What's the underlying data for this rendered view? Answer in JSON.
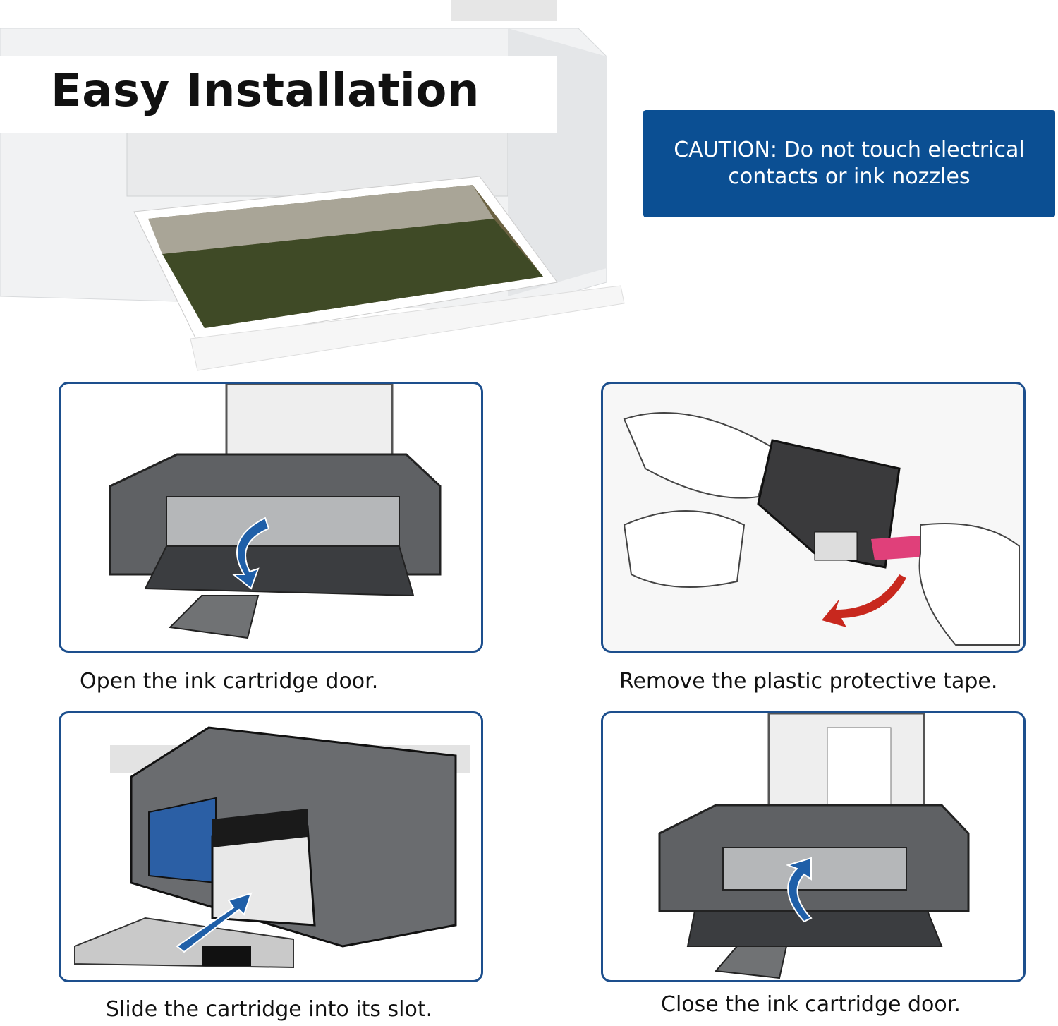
{
  "title": "Easy Installation",
  "caution": {
    "line1": "CAUTION: Do not touch electrical",
    "line2": "contacts or ink nozzles"
  },
  "steps": [
    {
      "caption": "Open the ink cartridge door."
    },
    {
      "caption": "Remove the plastic protective tape."
    },
    {
      "caption": "Slide the cartridge into its slot."
    },
    {
      "caption": "Close the ink cartridge door."
    }
  ],
  "colors": {
    "accent_blue": "#0b4f93",
    "panel_border": "#1d4f8d",
    "arrow_blue": "#1f5fa8",
    "tape_pink": "#e0407a",
    "arrow_red": "#c8281e"
  }
}
